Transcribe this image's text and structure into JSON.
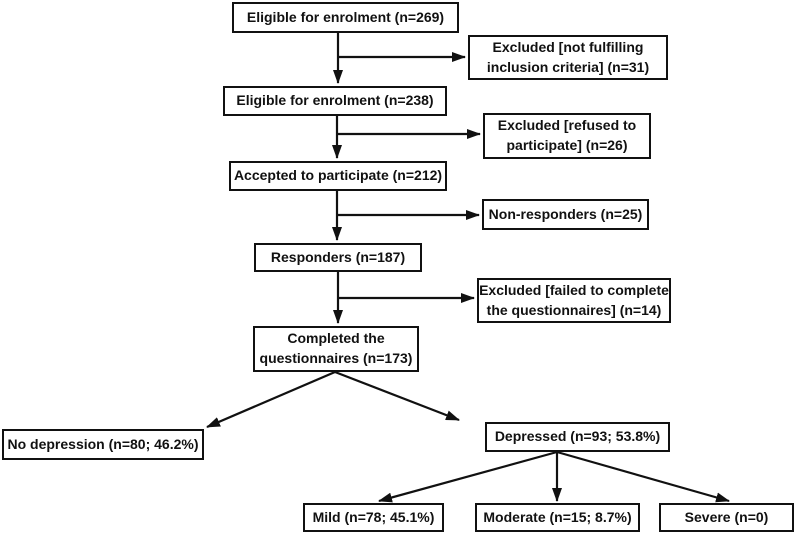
{
  "flowchart": {
    "boxes": {
      "eligible269": {
        "lines": [
          "Eligible for enrolment (n=269)"
        ]
      },
      "excluded31": {
        "lines": [
          "Excluded [not fulfilling",
          "inclusion criteria] (n=31)"
        ]
      },
      "eligible238": {
        "lines": [
          "Eligible for enrolment (n=238)"
        ]
      },
      "excluded26": {
        "lines": [
          "Excluded [refused to",
          "participate] (n=26)"
        ]
      },
      "accepted212": {
        "lines": [
          "Accepted to participate (n=212)"
        ]
      },
      "nonresponders25": {
        "lines": [
          "Non-responders (n=25)"
        ]
      },
      "responders187": {
        "lines": [
          "Responders (n=187)"
        ]
      },
      "excluded14": {
        "lines": [
          "Excluded [failed to complete",
          "the questionnaires] (n=14)"
        ]
      },
      "completed173": {
        "lines": [
          "Completed the",
          "questionnaires (n=173)"
        ]
      },
      "noDepression": {
        "lines": [
          "No depression (n=80; 46.2%)"
        ]
      },
      "depressed": {
        "lines": [
          "Depressed (n=93; 53.8%)"
        ]
      },
      "mild": {
        "lines": [
          "Mild (n=78; 45.1%)"
        ]
      },
      "moderate": {
        "lines": [
          "Moderate (n=15; 8.7%)"
        ]
      },
      "severe": {
        "lines": [
          "Severe (n=0)"
        ]
      }
    },
    "edges": [
      {
        "from": "eligible269",
        "to": "eligible238"
      },
      {
        "from": "eligible269",
        "to": "excluded31"
      },
      {
        "from": "eligible238",
        "to": "accepted212"
      },
      {
        "from": "eligible238",
        "to": "excluded26"
      },
      {
        "from": "accepted212",
        "to": "responders187"
      },
      {
        "from": "accepted212",
        "to": "nonresponders25"
      },
      {
        "from": "responders187",
        "to": "completed173"
      },
      {
        "from": "responders187",
        "to": "excluded14"
      },
      {
        "from": "completed173",
        "to": "noDepression"
      },
      {
        "from": "completed173",
        "to": "depressed"
      },
      {
        "from": "depressed",
        "to": "mild"
      },
      {
        "from": "depressed",
        "to": "moderate"
      },
      {
        "from": "depressed",
        "to": "severe"
      }
    ],
    "colors": {
      "background": "#ffffff",
      "box_fill": "#ffffff",
      "box_border": "#111111",
      "text": "#111111",
      "arrow": "#111111"
    }
  }
}
